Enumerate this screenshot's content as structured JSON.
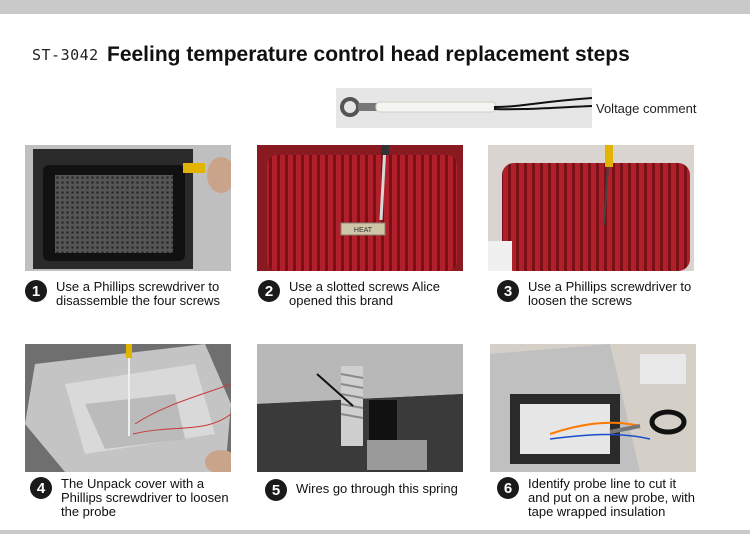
{
  "header": {
    "code": "ST-3042",
    "title": "Feeling temperature control head replacement steps"
  },
  "wire_reference": {
    "label": "Voltage comment"
  },
  "steps": [
    {
      "number": "1",
      "text": "Use a Phillips screwdriver to\ndisassemble the four screws"
    },
    {
      "number": "2",
      "text": "Use a slotted screws Alice\nopened this brand"
    },
    {
      "number": "3",
      "text": "Use a Phillips screwdriver to\nloosen the screws"
    },
    {
      "number": "4",
      "text": "The Unpack cover with a\nPhillips screwdriver to loosen\nthe probe"
    },
    {
      "number": "5",
      "text": "Wires go through this spring"
    },
    {
      "number": "6",
      "text": "Identify probe line to cut it\nand put on a new probe, with\ntape wrapped insulation"
    }
  ],
  "photo_labels": {
    "brand_plate": "HEAT"
  }
}
